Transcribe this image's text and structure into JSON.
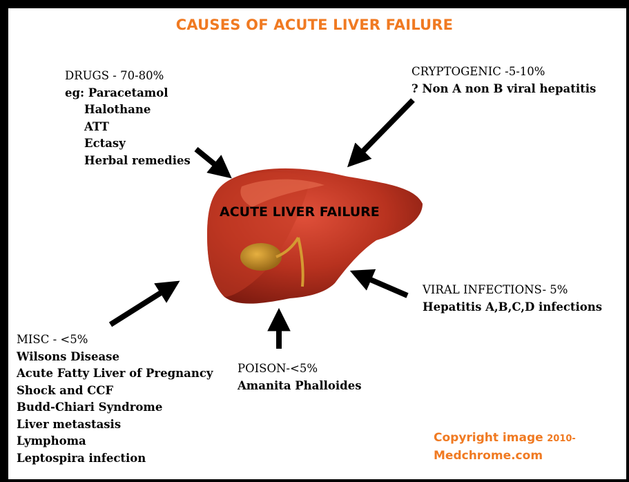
{
  "title": "CAUSES OF ACUTE LIVER FAILURE",
  "center_label": "ACUTE LIVER FAILURE",
  "drugs": {
    "heading": "DRUGS - 70-80%",
    "eg": "eg: Paracetamol",
    "items": [
      "Halothane",
      "ATT",
      "Ectasy",
      "Herbal remedies"
    ]
  },
  "cryptogenic": {
    "heading": "CRYPTOGENIC -5-10%",
    "detail": "? Non A non B viral hepatitis"
  },
  "viral": {
    "heading": "VIRAL INFECTIONS- 5%",
    "detail": "Hepatitis A,B,C,D infections"
  },
  "poison": {
    "heading": "POISON-<5%",
    "detail": "Amanita Phalloides"
  },
  "misc": {
    "heading": "MISC - <5%",
    "items": [
      "Wilsons Disease",
      "Acute Fatty Liver of Pregnancy",
      "Shock and CCF",
      "Budd-Chiari Syndrome",
      "Liver metastasis",
      "Lymphoma",
      "Leptospira infection"
    ]
  },
  "copyright": {
    "line1_main": "Copyright image",
    "line1_year": "2010-",
    "line2": "Medchrome.com"
  },
  "colors": {
    "accent": "#f07a22",
    "liver": "#b8321f",
    "text": "#000000"
  },
  "icons": {
    "arrows": [
      "arrow-drugs",
      "arrow-cryptogenic",
      "arrow-viral",
      "arrow-poison",
      "arrow-misc"
    ],
    "organ": "liver-illustration"
  }
}
